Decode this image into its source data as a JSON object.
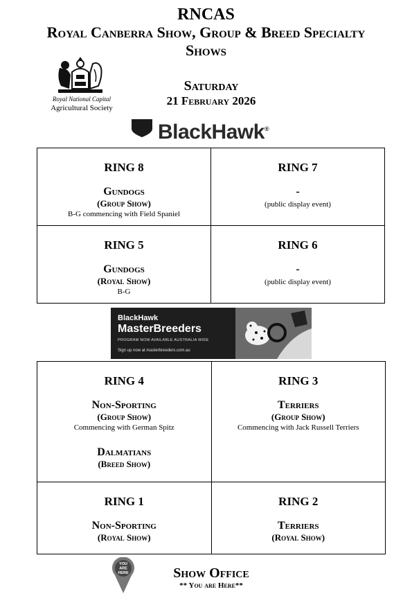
{
  "header": {
    "org": "RNCAS",
    "title_line1": "Royal Canberra Show, Group & Breed Specialty",
    "title_line2": "Shows"
  },
  "logo": {
    "line1": "Royal National Capital",
    "line2": "Agricultural Society",
    "icon": "rncas-crest-icon"
  },
  "date": {
    "day": "Saturday",
    "date": "21 February 2026"
  },
  "brand": {
    "name": "BlackHawk",
    "mark": "®",
    "icon": "blackhawk-shield-icon"
  },
  "rings_top": [
    [
      {
        "ring": "RING 8",
        "group": "Gundogs",
        "sub": "(Group Show)",
        "note": "B-G commencing with Field Spaniel"
      },
      {
        "ring": "RING 7",
        "dash": "-",
        "note": "(public display event)"
      }
    ],
    [
      {
        "ring": "RING 5",
        "group": "Gundogs",
        "sub": "(Royal Show)",
        "note": "B-G"
      },
      {
        "ring": "RING 6",
        "dash": "-",
        "note": "(public display event)"
      }
    ]
  ],
  "banner": {
    "brand": "BlackHawk",
    "title": "MasterBreeders",
    "line1": "PROGRAM NOW AVAILABLE AUSTRALIA WIDE",
    "line2": "Sign up now at masterbreeders.com.au"
  },
  "rings_bottom": [
    [
      {
        "ring": "RING 4",
        "group": "Non-Sporting",
        "sub": "(Group Show)",
        "note": "Commencing with German Spitz",
        "group2": "Dalmatians",
        "sub2": "(Breed Show)"
      },
      {
        "ring": "RING 3",
        "group": "Terriers",
        "sub": "(Group Show)",
        "note": "Commencing with Jack Russell Terriers"
      }
    ],
    [
      {
        "ring": "RING 1",
        "group": "Non-Sporting",
        "sub": "(Royal Show)"
      },
      {
        "ring": "RING 2",
        "group": "Terriers",
        "sub": "(Royal Show)"
      }
    ]
  ],
  "office": {
    "pin_line1": "YOU",
    "pin_line2": "ARE",
    "pin_line3": "HERE",
    "title": "Show Office",
    "note": "** You are Here**",
    "icon": "location-pin-icon"
  }
}
